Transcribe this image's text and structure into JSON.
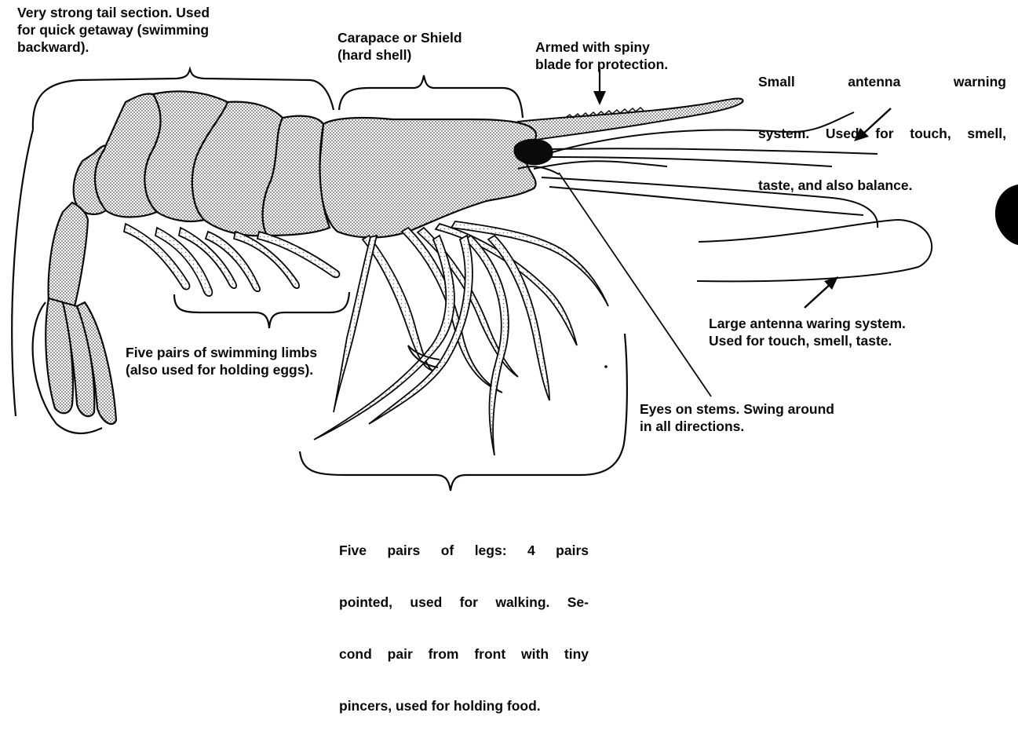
{
  "labels": {
    "tail": [
      "Very strong tail section. Used",
      "for quick getaway (swimming",
      "backward)."
    ],
    "carapace": [
      "Carapace or Shield",
      "(hard shell)"
    ],
    "spiny": [
      "Armed with spiny",
      "blade for protection."
    ],
    "small_antenna": [
      "Small    antenna    warning",
      "system. Used for touch, smell,",
      "taste, and also balance."
    ],
    "large_antenna": [
      "Large antenna waring system.",
      "Used for touch, smell, taste."
    ],
    "swimming_limbs": [
      "Five pairs of swimming limbs",
      "(also used for holding eggs)."
    ],
    "eyes": [
      "Eyes on stems. Swing around",
      "in all directions."
    ],
    "legs": [
      "Five  pairs  of  legs:  4  pairs",
      "pointed, used for walking. Se-",
      "cond pair from front with tiny",
      "pincers, used for holding food."
    ]
  },
  "colors": {
    "ink": "#0a0a0a",
    "stipple": "#9a9a9a",
    "paper": "#ffffff"
  }
}
